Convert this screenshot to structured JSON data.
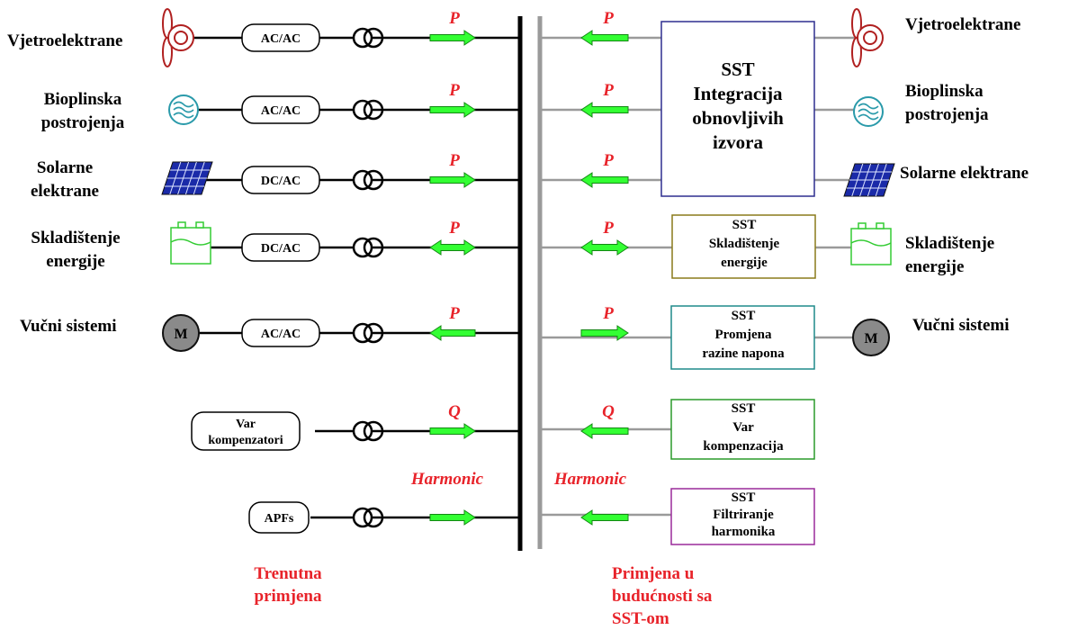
{
  "left_sources": [
    {
      "label": [
        "Vjetroelektrane"
      ],
      "icon": "wind-turbine-icon",
      "converter": [
        "AC/AC"
      ],
      "flow": "P",
      "direction": "right"
    },
    {
      "label": [
        "Bioplinska",
        "postrojenja"
      ],
      "icon": "biogas-icon",
      "converter": [
        "AC/AC"
      ],
      "flow": "P",
      "direction": "right"
    },
    {
      "label": [
        "Solarne",
        "elektrane"
      ],
      "icon": "solar-panel-icon",
      "converter": [
        "DC/AC"
      ],
      "flow": "P",
      "direction": "right"
    },
    {
      "label": [
        "Skladištenje",
        "energije"
      ],
      "icon": "battery-icon",
      "converter": [
        "DC/AC"
      ],
      "flow": "P",
      "direction": "both"
    },
    {
      "label": [
        "Vučni sistemi"
      ],
      "icon": "motor-icon",
      "converter": [
        "AC/AC"
      ],
      "flow": "P",
      "direction": "left"
    },
    {
      "label": [],
      "icon": "",
      "converter": [
        "Var",
        "kompenzatori"
      ],
      "flow": "Q",
      "direction": "right"
    },
    {
      "label": [],
      "icon": "",
      "converter": [
        "APFs"
      ],
      "flow": "Harmonic",
      "direction": "right"
    }
  ],
  "right_flows": [
    {
      "flow": "P",
      "direction": "left"
    },
    {
      "flow": "P",
      "direction": "left"
    },
    {
      "flow": "P",
      "direction": "left"
    },
    {
      "flow": "P",
      "direction": "both"
    },
    {
      "flow": "P",
      "direction": "right"
    },
    {
      "flow": "Q",
      "direction": "left"
    },
    {
      "flow": "Harmonic",
      "direction": "left"
    }
  ],
  "sst_integration": {
    "lines": [
      "SST",
      "Integracija",
      "obnovljivih",
      "izvora"
    ],
    "color": "#2e2e8f"
  },
  "right_boxes": [
    {
      "lines": [
        "SST",
        "Skladištenje",
        "energije"
      ],
      "color": "#8a7a1a"
    },
    {
      "lines": [
        "SST",
        "Promjena",
        "razine napona"
      ],
      "color": "#1f8a8a"
    },
    {
      "lines": [
        "SST",
        "Var",
        "kompenzacija"
      ],
      "color": "#2a9a2a"
    },
    {
      "lines": [
        "SST",
        "Filtriranje",
        "harmonika"
      ],
      "color": "#9a2a9a"
    }
  ],
  "right_sources": [
    {
      "label": [
        "Vjetroelektrane"
      ],
      "icon": "wind-turbine-icon"
    },
    {
      "label": [
        "Bioplinska",
        "postrojenja"
      ],
      "icon": "biogas-icon"
    },
    {
      "label": [
        "Solarne elektrane"
      ],
      "icon": "solar-panel-icon"
    },
    {
      "label": [
        "Skladištenje",
        "energije"
      ],
      "icon": "battery-icon"
    },
    {
      "label": [
        "Vučni sistemi"
      ],
      "icon": "motor-icon"
    }
  ],
  "motor_letter": "M",
  "captions": {
    "left": [
      "Trenutna",
      "primjena"
    ],
    "right": [
      "Primjena u",
      "budućnosti sa",
      "SST-om"
    ]
  },
  "colors": {
    "arrow_fill": "#33ff33",
    "arrow_stroke": "#118811",
    "flow_label": "#e8232a",
    "left_bus": "#000000",
    "right_bus": "#9a9a9a",
    "turbine": "#b02020",
    "biogas": "#2a9aaa",
    "solar": "#1a2aa8",
    "battery": "#33cc33",
    "motor": "#8a8a8a"
  }
}
